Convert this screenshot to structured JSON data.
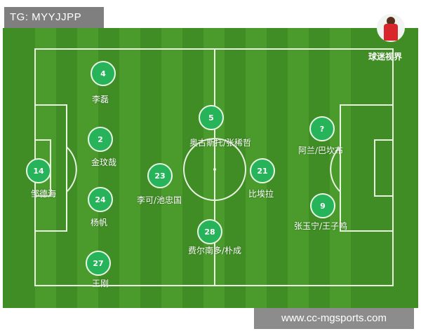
{
  "tag_text": "TG: MYYJJPP",
  "logo": {
    "label": "球迷视界",
    "icon": "player-avatar-icon"
  },
  "watermark": "www.cc-mgsports.com",
  "colors": {
    "pitch": "#3f8d24",
    "stripe": "#4a9a2c",
    "player": "#27b35a",
    "lines": "#e8f3e0"
  },
  "players": [
    {
      "number": "4",
      "name": "李磊"
    },
    {
      "number": "2",
      "name": "金玟哉"
    },
    {
      "number": "14",
      "name": "邹德海"
    },
    {
      "number": "24",
      "name": "杨帆"
    },
    {
      "number": "27",
      "name": "王刚"
    },
    {
      "number": "23",
      "name": "李可/池忠国"
    },
    {
      "number": "5",
      "name": "奥古斯托/张稀哲"
    },
    {
      "number": "28",
      "name": "费尔南多/朴成"
    },
    {
      "number": "21",
      "name": "比埃拉"
    },
    {
      "number": "?",
      "name": "阿兰/巴坎布"
    },
    {
      "number": "9",
      "name": "张玉宁/王子鸣"
    }
  ]
}
